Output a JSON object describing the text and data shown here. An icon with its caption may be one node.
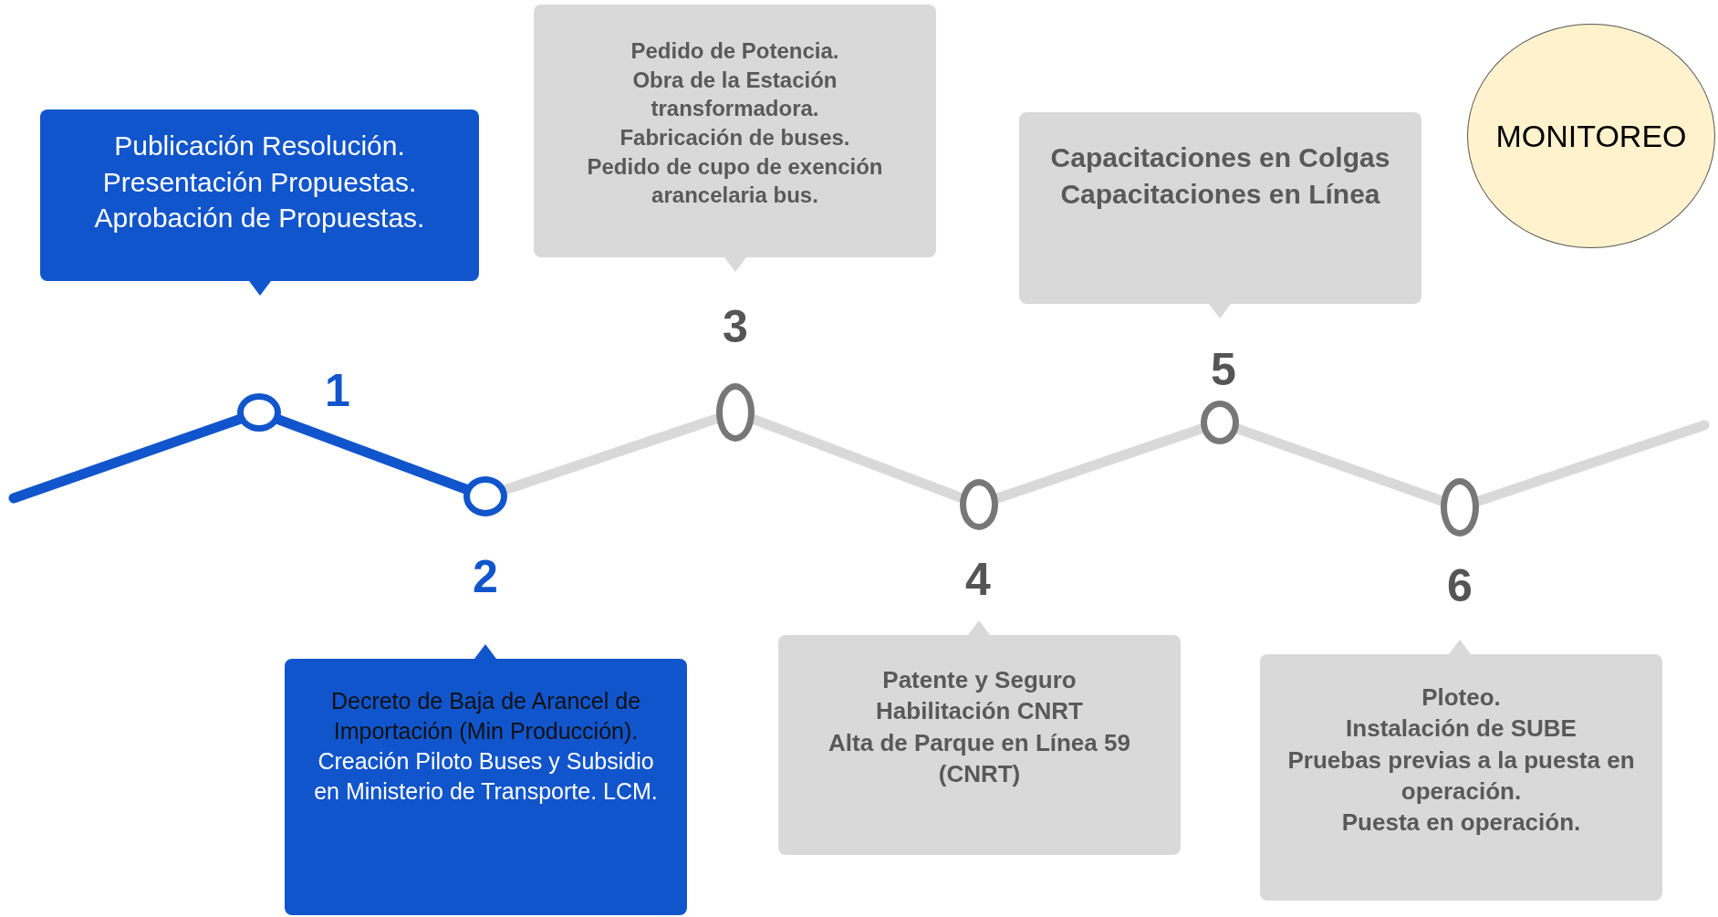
{
  "diagram": {
    "nodes": [
      {
        "text": [
          "Publicación Resolución.",
          "Presentación Propuestas.",
          "Aprobación de Propuestas."
        ]
      },
      {
        "text": [
          "Decreto de Baja de Arancel de Importación (Min Producción).",
          "Creación Piloto Buses y Subsidio en Ministerio de Transporte. LCM."
        ]
      },
      {
        "text": [
          "Pedido de Potencia.",
          "Obra de la Estación transformadora.",
          "Fabricación de buses.",
          "Pedido de cupo de exención arancelaria bus."
        ]
      },
      {
        "text": [
          "Patente y Seguro",
          "Habilitación CNRT",
          "Alta de Parque en Línea 59 (CNRT)"
        ]
      },
      {
        "text": [
          "Capacitaciones en Colgas",
          "Capacitaciones en Línea"
        ]
      },
      {
        "text": [
          "Ploteo.",
          "Instalación de SUBE",
          "Pruebas previas a la puesta en operación.",
          "Puesta en operación."
        ]
      },
      {
        "text": [
          "MONITOREO"
        ]
      },
      {
        "text": [],
        "shape": "circle",
        "beside": [
          "1"
        ]
      },
      {
        "text": [],
        "shape": "circle",
        "beside": [
          "2"
        ]
      },
      {
        "text": [],
        "shape": "circle",
        "beside": [
          "3"
        ]
      },
      {
        "text": [],
        "shape": "circle",
        "beside": [
          "4"
        ]
      },
      {
        "text": [],
        "shape": "circle",
        "beside": [
          "5"
        ]
      },
      {
        "text": [],
        "shape": "circle",
        "beside": [
          "6"
        ]
      }
    ],
    "edges": [
      {
        "from": null,
        "to": 7,
        "arrow": "none",
        "color": "#1155cc"
      },
      {
        "from": 7,
        "to": 8,
        "arrow": "none",
        "color": "#1155cc"
      },
      {
        "from": 8,
        "to": 9,
        "arrow": "none"
      },
      {
        "from": 9,
        "to": 10,
        "arrow": "none"
      },
      {
        "from": 10,
        "to": 11,
        "arrow": "none"
      },
      {
        "from": 11,
        "to": 12,
        "arrow": "none"
      },
      {
        "from": 12,
        "to": null,
        "arrow": "none"
      }
    ]
  }
}
